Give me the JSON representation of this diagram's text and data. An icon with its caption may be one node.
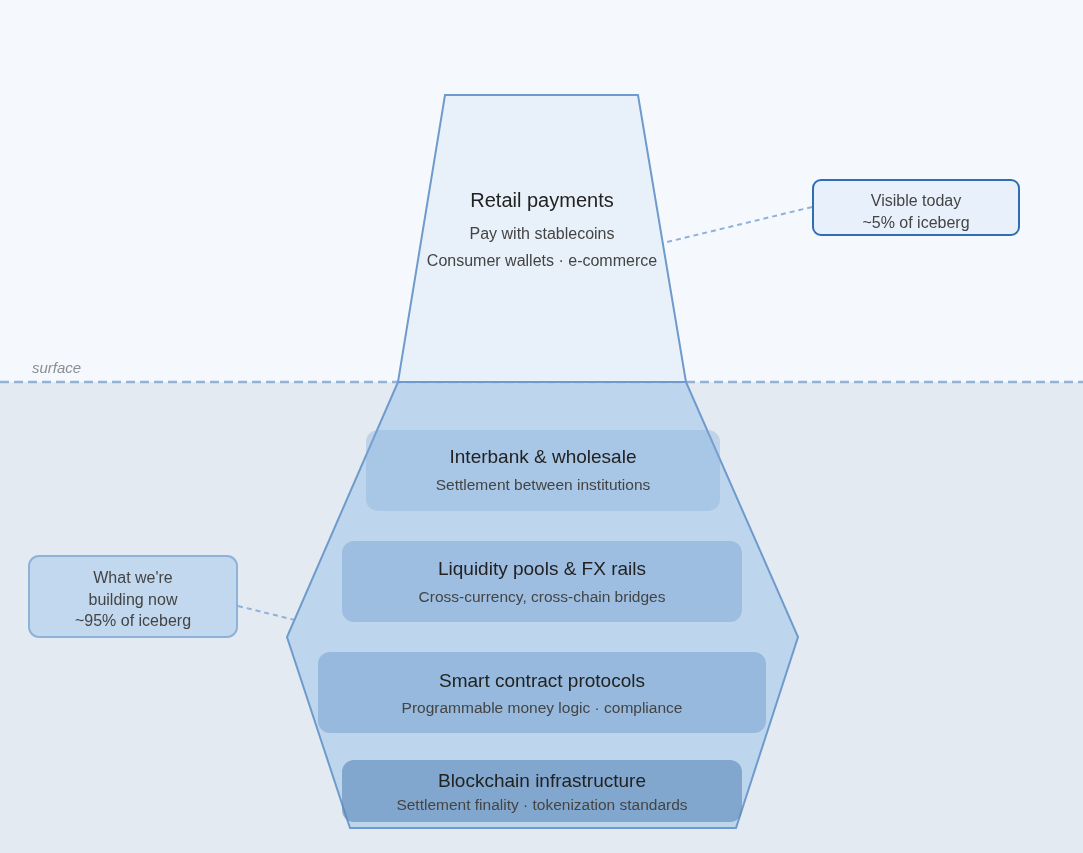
{
  "diagram": {
    "nodes": [
      {
        "text": [
          "Retail payments",
          "Pay with stablecoins",
          "Consumer wallets · e-commerce"
        ]
      },
      {
        "text": [
          "Visible today",
          "~5% of iceberg"
        ]
      },
      {
        "text": [],
        "shape": "hexagon"
      },
      {
        "text": [
          "Interbank & wholesale",
          "Settlement between institutions"
        ],
        "in": 2
      },
      {
        "text": [
          "Liquidity pools & FX rails",
          "Cross-currency, cross-chain bridges"
        ],
        "in": 2
      },
      {
        "text": [
          "Smart contract protocols",
          "Programmable money logic · compliance"
        ],
        "in": 2
      },
      {
        "text": [
          "Blockchain infrastructure",
          "Settlement finality · tokenization standards"
        ],
        "in": 2
      },
      {
        "text": [
          "What we're building now",
          "~95% of iceberg"
        ]
      }
    ],
    "edges": [
      {
        "from": 1,
        "to": 0,
        "arrow": "none",
        "style": "dashed"
      },
      {
        "from": 7,
        "to": 2,
        "arrow": "none",
        "style": "dashed"
      }
    ],
    "labels": [
      "surface"
    ]
  }
}
